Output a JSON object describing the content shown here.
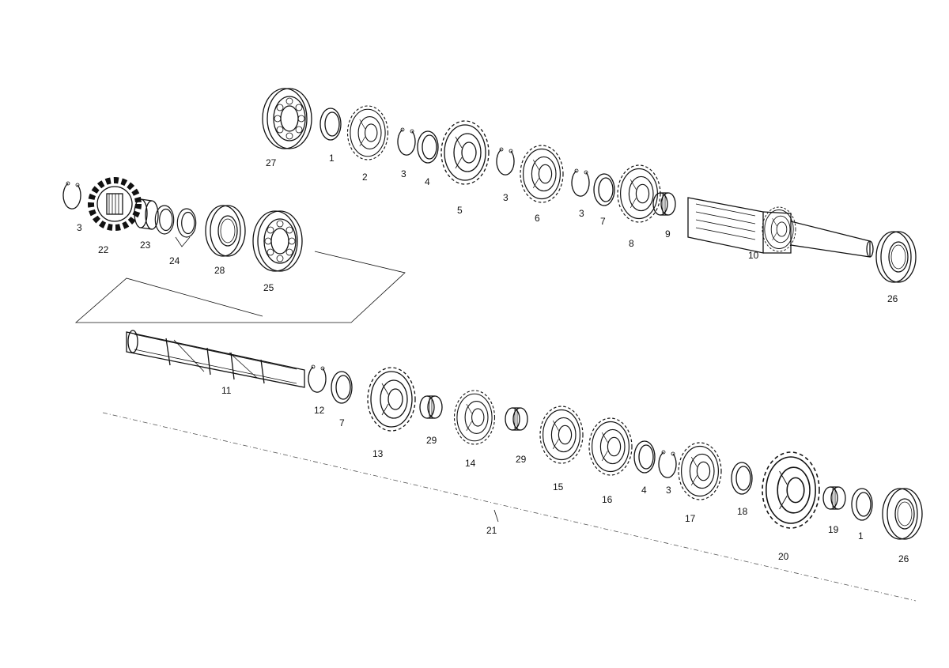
{
  "diagram": {
    "labels": {
      "l27": "27",
      "l1a": "1",
      "l2": "2",
      "l3a": "3",
      "l4a": "4",
      "l5": "5",
      "l3b": "3",
      "l6": "6",
      "l3c": "3",
      "l7a": "7",
      "l8": "8",
      "l9": "9",
      "l10": "10",
      "l26a": "26",
      "l3d": "3",
      "l22": "22",
      "l23": "23",
      "l24": "24",
      "l28": "28",
      "l25": "25",
      "l11": "11",
      "l12": "12",
      "l7b": "7",
      "l13": "13",
      "l29a": "29",
      "l14": "14",
      "l29b": "29",
      "l15": "15",
      "l16": "16",
      "l4b": "4",
      "l3e": "3",
      "l17": "17",
      "l18": "18",
      "l20": "20",
      "l19": "19",
      "l1b": "1",
      "l26b": "26",
      "l21": "21"
    }
  }
}
